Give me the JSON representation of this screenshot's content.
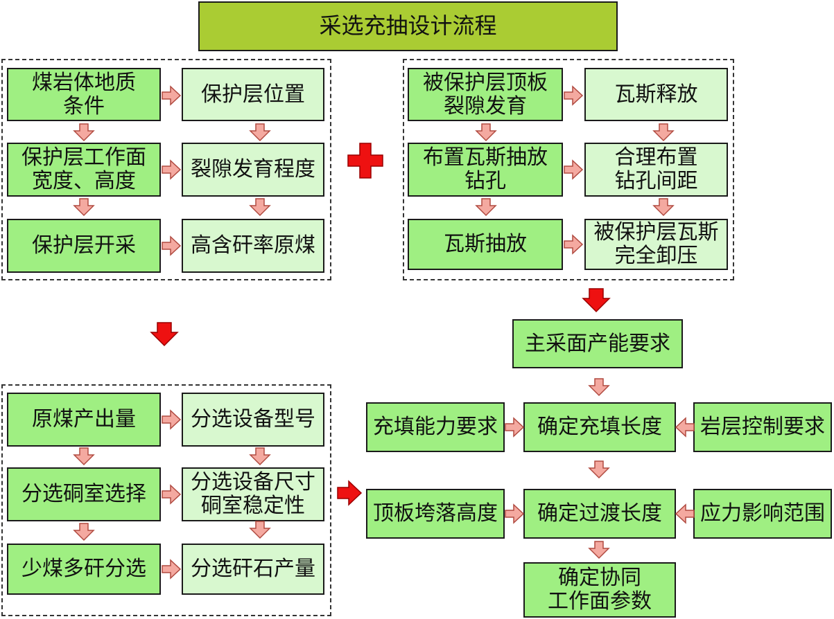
{
  "title": "采选充抽设计流程",
  "group1": {
    "coal_geology": "煤岩体地质\n条件",
    "protect_position": "保护层位置",
    "face_width_height": "保护层工作面\n宽度、高度",
    "fracture_degree": "裂隙发育程度",
    "protect_mining": "保护层开采",
    "high_gangue_coal": "高含矸率原煤"
  },
  "group2": {
    "roof_fracture": "被保护层顶板\n裂隙发育",
    "gas_release": "瓦斯释放",
    "drill_layout": "布置瓦斯抽放\n钻孔",
    "hole_spacing": "合理布置\n钻孔间距",
    "gas_drainage": "瓦斯抽放",
    "pressure_relief": "被保护层瓦斯\n完全卸压"
  },
  "group3": {
    "raw_output": "原煤产出量",
    "equipment_model": "分选设备型号",
    "chamber_select": "分选硐室选择",
    "equipment_size": "分选设备尺寸\n硐室稳定性",
    "less_coal_sort": "少煤多矸分选",
    "gangue_output": "分选矸石产量"
  },
  "right": {
    "capacity_req": "主采面产能要求",
    "fill_capacity": "充填能力要求",
    "fill_length": "确定充填长度",
    "strata_control": "岩层控制要求",
    "roof_collapse": "顶板垮落高度",
    "transition_length": "确定过渡长度",
    "stress_range": "应力影响范围",
    "face_params": "确定协同\n工作面参数"
  },
  "colors": {
    "title_bg": "#aacc33",
    "dark_box": "#9fef82",
    "light_box": "#d8f8cf",
    "arrow_pink": "#f4a9a0",
    "arrow_red": "#ee1111"
  }
}
